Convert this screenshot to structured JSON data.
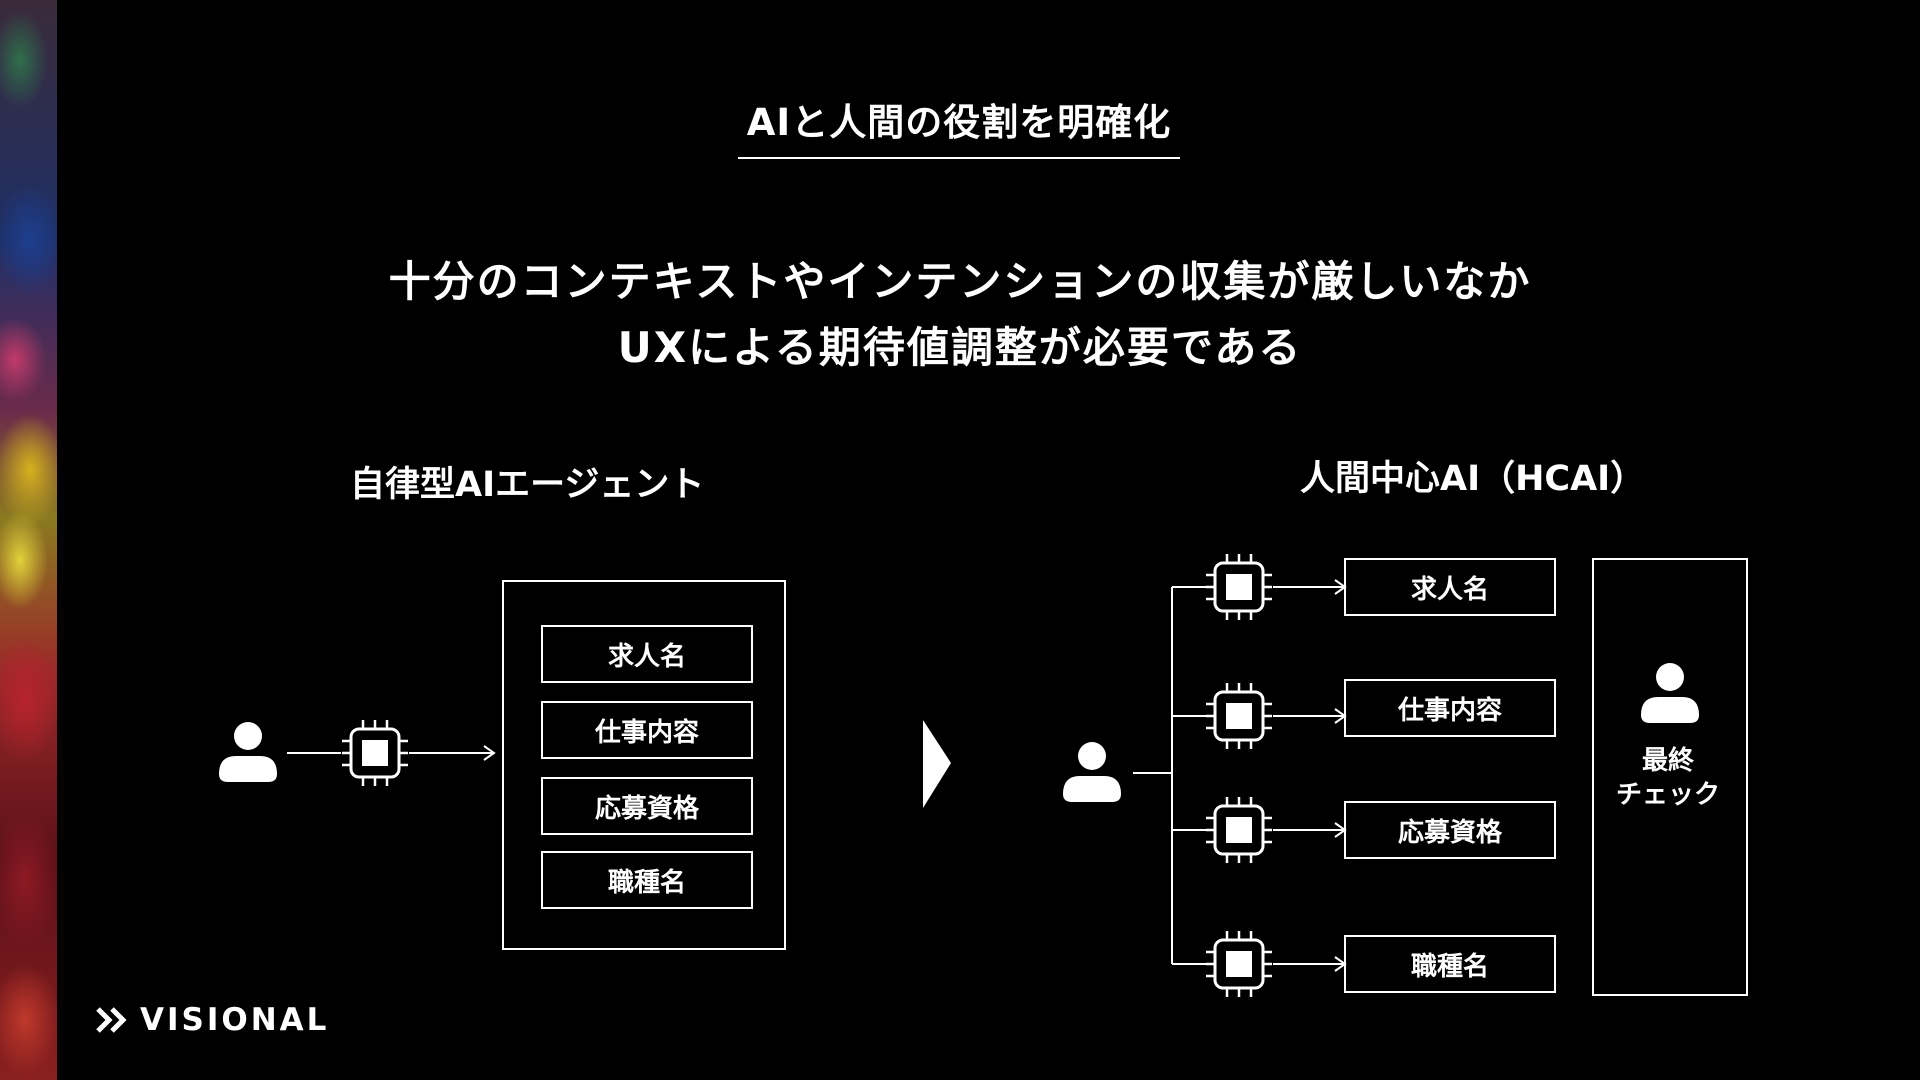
{
  "title": "AIと人間の役割を明確化",
  "headline": {
    "line1": "十分のコンテキストやインテンションの収集が厳しいなか",
    "line2": "UXによる期待値調整が必要である"
  },
  "left": {
    "heading": "自律型AIエージェント",
    "fields": [
      "求人名",
      "仕事内容",
      "応募資格",
      "職種名"
    ]
  },
  "right": {
    "heading": "人間中心AI（HCAI）",
    "fields": [
      "求人名",
      "仕事内容",
      "応募資格",
      "職種名"
    ],
    "final_check": [
      "最終",
      "チェック"
    ]
  },
  "logo": {
    "text": "VISIONAL"
  },
  "icons": [
    "user-icon",
    "cpu-chip-icon",
    "arrow-right-icon",
    "triangle-right-icon",
    "visional-chevron-icon"
  ]
}
